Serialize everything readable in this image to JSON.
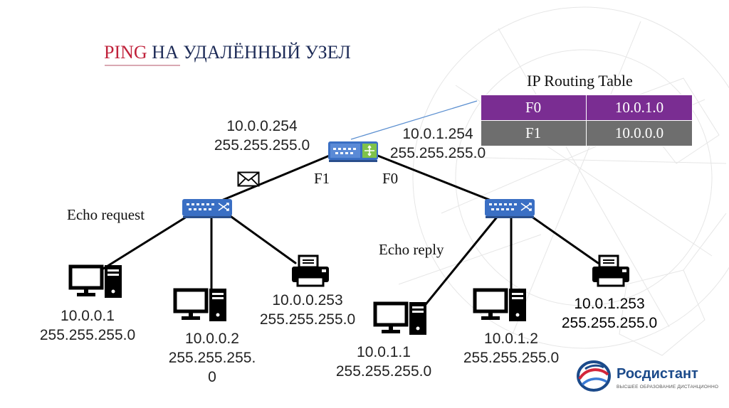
{
  "title": {
    "accent": "PING",
    "rest": " НА УДАЛЁННЫЙ УЗЕЛ"
  },
  "routing_table": {
    "title": "IP Routing Table",
    "rows": [
      {
        "iface": "F0",
        "network": "10.0.1.0"
      },
      {
        "iface": "F1",
        "network": "10.0.0.0"
      }
    ]
  },
  "router": {
    "left_ip": "10.0.0.254",
    "left_mask": "255.255.255.0",
    "right_ip": "10.0.1.254",
    "right_mask": "255.255.255.0",
    "port_left": "F1",
    "port_right": "F0"
  },
  "messages": {
    "request": "Echo request",
    "reply": "Echo reply"
  },
  "hosts": {
    "h1": {
      "ip": "10.0.0.1",
      "mask": "255.255.255.0"
    },
    "h2": {
      "ip": "10.0.0.2",
      "mask_a": "255.255.255.",
      "mask_b": "0"
    },
    "p1": {
      "ip": "10.0.0.253",
      "mask": "255.255.255.0"
    },
    "h3": {
      "ip": "10.0.1.1",
      "mask": "255.255.255.0"
    },
    "h4": {
      "ip": "10.0.1.2",
      "mask": "255.255.255.0"
    },
    "p2": {
      "ip": "10.0.1.253",
      "mask": "255.255.255.0"
    }
  },
  "logo": {
    "name": "Росдистант",
    "tagline": "ВЫСШЕЕ ОБРАЗОВАНИЕ ДИСТАНЦИОННО"
  },
  "colors": {
    "title_accent": "#c0223b",
    "title": "#1d2b57",
    "table_header": "#7a2d92",
    "table_row": "#6e6e6e",
    "device_blue": "#3a6fc4",
    "router_green": "#7fc24a"
  }
}
